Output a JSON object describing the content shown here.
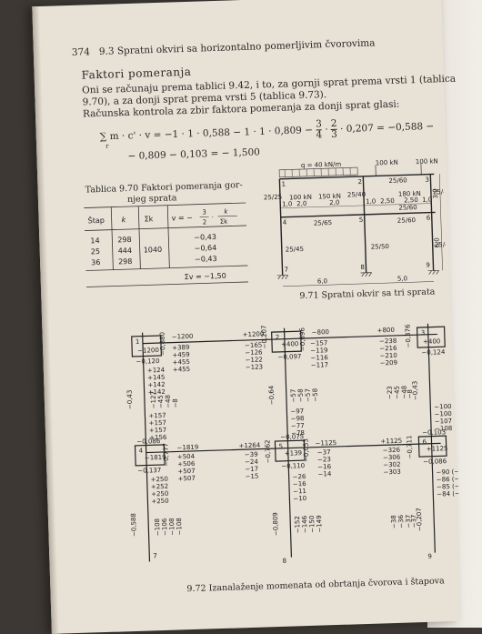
{
  "header": {
    "page_number": "374",
    "running_title": "9.3 Spratni okviri sa horizontalno pomerljivim čvorovima"
  },
  "section": {
    "title": "Faktori pomeranja"
  },
  "paragraph": {
    "line1": "Oni se računaju prema tablici 9.42, i to, za gornji sprat prema vrsti 1 (tablica",
    "line2": "9.70), a za donji sprat prema vrsti 5 (tablica 9.73).",
    "line3": "Računska kontrola za zbir faktora pomeranja za donji sprat glasi:"
  },
  "formula": {
    "lhs": "∑ m · c' · v = −1 · 1 · 0,588 − 1 · 1 · 0,809 − ",
    "frac1_num": "3",
    "frac1_den": "4",
    "dot": "·",
    "frac2_num": "2",
    "frac2_den": "3",
    "rest": "· 0,207 = −0,588 −",
    "sub": "r",
    "line2": "− 0,809 − 0,103 = − 1,500"
  },
  "table": {
    "caption1": "Tablica 9.70 Faktori pomeranja gor-",
    "caption2": "njeg sprata",
    "headers": [
      "Štap",
      "k",
      "Σk",
      "v = −",
      "3",
      "2",
      "·",
      "k",
      "Σk"
    ],
    "rows": [
      {
        "stap": "14",
        "k": "298",
        "v": "−0,43"
      },
      {
        "stap": "25",
        "k": "444",
        "sumk": "1040",
        "v": "−0,64"
      },
      {
        "stap": "36",
        "k": "298",
        "v": "−0,43"
      }
    ],
    "sum": "Σv = −1,50"
  },
  "frame": {
    "caption": "9.71 Spratni okvir sa tri sprata",
    "labels": {
      "q": "q = 40 kN/m",
      "p1": "100 kN",
      "p2": "100 kN",
      "n1": "1",
      "n2": "2",
      "n3": "3",
      "n4": "4",
      "n5": "5",
      "n6": "6",
      "n7": "7",
      "n8": "8",
      "n9": "9",
      "t1": "25/60",
      "t2": "25/60",
      "t3": "25/65",
      "t4": "25/60",
      "c1": "25/25",
      "c2": "25/40",
      "c3": "25/40",
      "c4": "25/45",
      "c5": "25/50",
      "c6": "25/45",
      "f1": "100 kN",
      "f2": "150 kN",
      "f3": "180 kN",
      "d1": "1,0",
      "d2": "2,0",
      "d3": "2,0",
      "d4": "1,0",
      "d5": "2,50",
      "d6": "2,50",
      "d7": "1,0",
      "span1": "6,0",
      "span2": "5,0",
      "h1": "3,0",
      "h2": "6,0"
    }
  },
  "moments": {
    "caption": "9.72 Izanalaženje momenata od obrtanja čvorova i štapova",
    "n1": {
      "box": "1",
      "a": "−1200",
      "b": "−0,120",
      "c": "−0,880"
    },
    "top": [
      "−1200",
      "+389",
      "+459",
      "+455",
      "+455"
    ],
    "r1": [
      "+124",
      "+145",
      "+142",
      "+142"
    ],
    "mid1": [
      "+1200",
      "−165",
      "−126",
      "−122",
      "−123"
    ],
    "n2": {
      "box": "2",
      "a": "+400",
      "b": "−0,097",
      "c": "−0,207",
      "d": "−0,696"
    },
    "m2": [
      "−157",
      "−119",
      "−116",
      "−117"
    ],
    "m3": [
      "−800"
    ],
    "n3": {
      "box": "3",
      "a": "+400",
      "b": "−0,124",
      "c": "−0,376"
    },
    "m4": [
      "+800",
      "−238",
      "−216",
      "−210",
      "−209"
    ],
    "col1": [
      "−0,43",
      "−127",
      "−45",
      "−48",
      "−8"
    ],
    "col2": [
      "−0,64",
      "−57",
      "−58",
      "−57",
      "−58"
    ],
    "col3": [
      "−0,43",
      "−23",
      "−45",
      "−48",
      "−8"
    ],
    "b1": [
      "+157",
      "+157",
      "+157",
      "+156"
    ],
    "b2": [
      "−97",
      "−98",
      "−77",
      "−78"
    ],
    "b3": [
      "−100",
      "−100",
      "−107",
      "−108"
    ],
    "n4": {
      "box": "4",
      "a": "−1819",
      "b": "−0,086",
      "c": "−0,137",
      "d": "−0,777"
    },
    "n5": {
      "box": "5",
      "a": "+139",
      "b": "−0,075",
      "c": "−0,110",
      "d": "−0,762",
      "e": "−0,053"
    },
    "n6": {
      "box": "6",
      "a": "+1125",
      "b": "−0,103",
      "c": "−0,086",
      "d": "−0,711"
    },
    "l4": [
      "−1819",
      "+504",
      "+506",
      "+507",
      "+507"
    ],
    "l4b": [
      "+250",
      "+252",
      "+250",
      "+250"
    ],
    "l5": [
      "+1264",
      "−39",
      "−24",
      "−17",
      "−15"
    ],
    "l5b": [
      "−26",
      "−16",
      "−11",
      "−10"
    ],
    "l5c": [
      "−1125",
      "−37",
      "−23",
      "−16",
      "−14"
    ],
    "l6": [
      "+1125",
      "−326",
      "−306",
      "−302",
      "−303"
    ],
    "l6b": [
      "−90 (−60)",
      "−86 (−56)",
      "−85 (−55)",
      "−84 (−56)"
    ],
    "bot1": [
      "−0,588",
      "−108",
      "−106",
      "−108",
      "−108"
    ],
    "bot2": [
      "−0,809",
      "−152",
      "−146",
      "−150",
      "−149"
    ],
    "bot3": [
      "−0,207",
      "−38",
      "−36",
      "−37",
      "−37"
    ],
    "n7": "7",
    "n8": "8",
    "n9": "9"
  }
}
